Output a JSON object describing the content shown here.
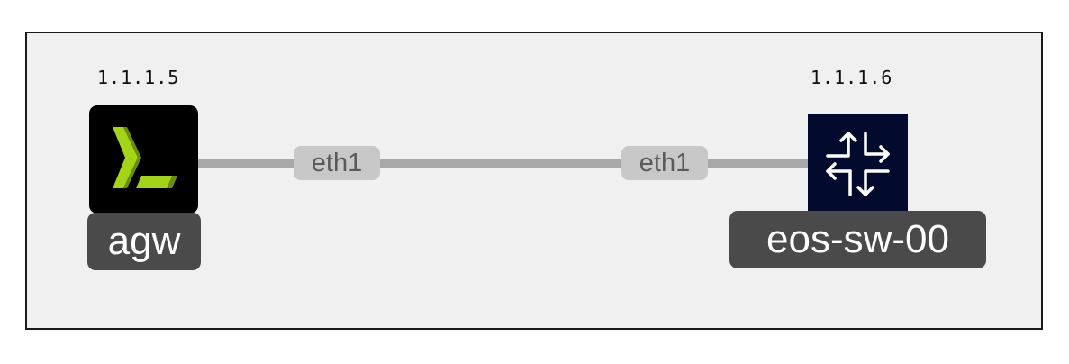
{
  "nodes": [
    {
      "name": "agw",
      "mgmt_ip": "1.1.1.5",
      "icon": "terminal-icon",
      "icon_bg": "#000000",
      "icon_color": "#a4d417"
    },
    {
      "name": "eos-sw-00",
      "mgmt_ip": "1.1.1.6",
      "icon": "switch-arrows-icon",
      "icon_bg": "#020b2d",
      "icon_color": "#ffffff"
    }
  ],
  "links": [
    {
      "a_interface": "eth1",
      "b_interface": "eth1"
    }
  ],
  "colors": {
    "canvas_bg": "#f0f0f0",
    "link": "#a8a8a8",
    "iface_bg": "#c8c8c8",
    "label_bg": "#4a4a4a"
  }
}
